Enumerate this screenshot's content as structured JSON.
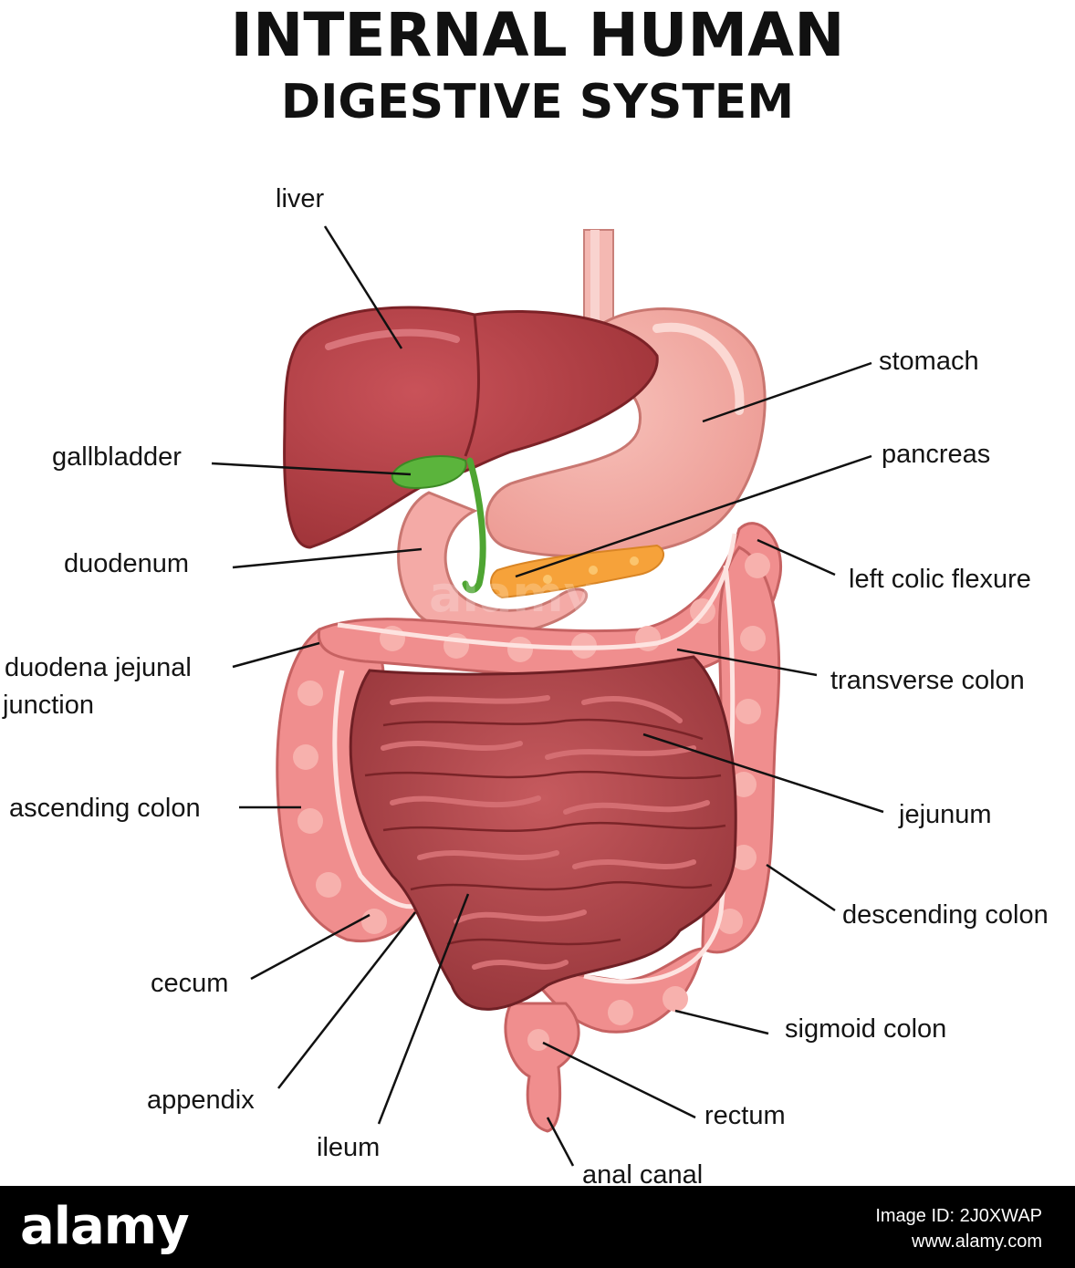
{
  "title": {
    "line1": "INTERNAL HUMAN",
    "line2": "DIGESTIVE SYSTEM"
  },
  "labels": {
    "liver": "liver",
    "stomach": "stomach",
    "gallbladder": "gallbladder",
    "pancreas": "pancreas",
    "duodenum": "duodenum",
    "left_colic_flexure": "left colic flexure",
    "duodena_jejunal_1": "duodena jejunal",
    "duodena_jejunal_2": "junction",
    "transverse_colon": "transverse colon",
    "ascending_colon": "ascending colon",
    "jejunum": "jejunum",
    "descending_colon": "descending colon",
    "cecum": "cecum",
    "sigmoid_colon": "sigmoid colon",
    "appendix": "appendix",
    "rectum": "rectum",
    "ileum": "ileum",
    "anal_canal": "anal canal"
  },
  "watermark": "alamy",
  "footer": {
    "brand": "alamy",
    "image_id": "Image ID: 2J0XWAP",
    "site": "www.alamy.com"
  },
  "colors": {
    "liver": "#b8434a",
    "stomach": "#f2aaa3",
    "colon": "#f08e8e",
    "small_intestine": "#b04a4e",
    "gallbladder": "#5bb43c",
    "pancreas": "#f6a23a",
    "esophagus": "#f4b8b2"
  }
}
